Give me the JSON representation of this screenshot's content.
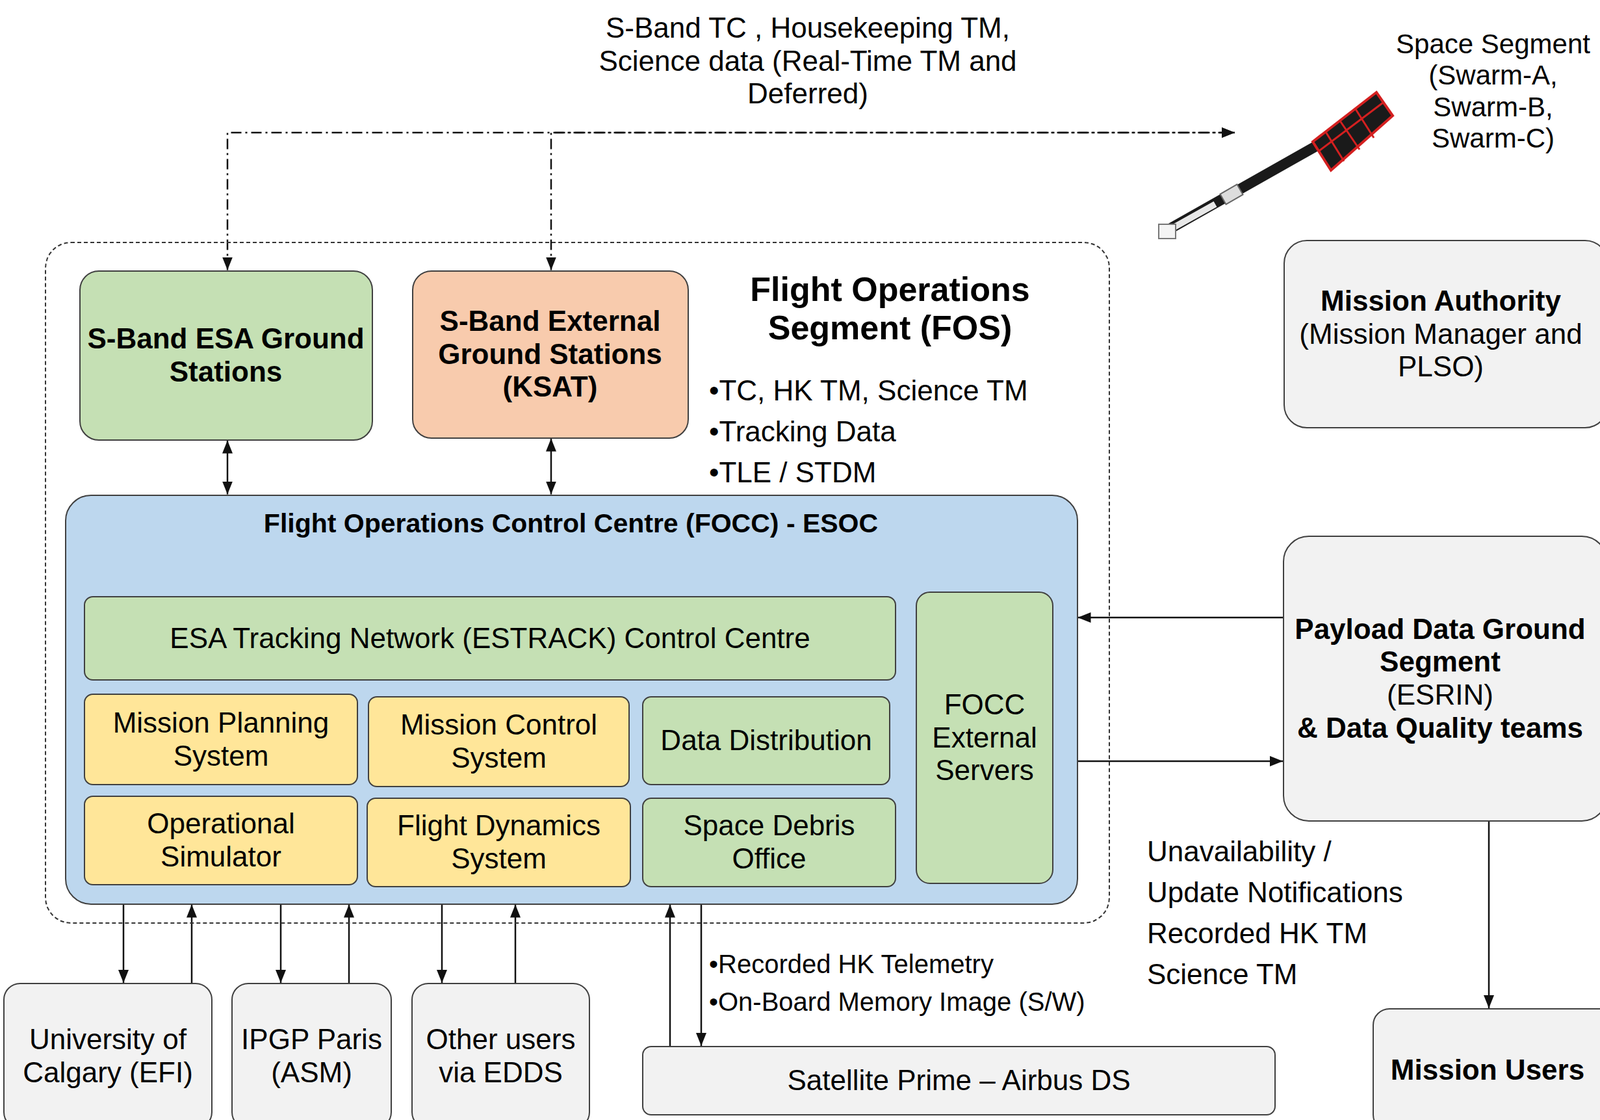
{
  "diagram": {
    "nodes": [
      {
        "text": [
          "Flight Operations Segment (FOS)"
        ]
      },
      {
        "text": [
          "S-Band ESA Ground Stations"
        ],
        "in": 0
      },
      {
        "text": [
          "S-Band External Ground Stations (KSAT)"
        ],
        "in": 0
      },
      {
        "text": [
          "Flight Operations Control Centre (FOCC) - ESOC"
        ],
        "in": 0
      },
      {
        "text": [
          "ESA Tracking Network (ESTRACK) Control Centre"
        ],
        "in": 3
      },
      {
        "text": [
          "Mission Planning System"
        ],
        "in": 3
      },
      {
        "text": [
          "Mission Control System"
        ],
        "in": 3
      },
      {
        "text": [
          "Data Distribution"
        ],
        "in": 3
      },
      {
        "text": [
          "Operational Simulator"
        ],
        "in": 3
      },
      {
        "text": [
          "Flight Dynamics System"
        ],
        "in": 3
      },
      {
        "text": [
          "Space Debris Office"
        ],
        "in": 3
      },
      {
        "text": [
          "FOCC External Servers"
        ],
        "in": 3
      },
      {
        "text": [
          "Space Segment (Swarm-A, Swarm-B, Swarm-C)"
        ]
      },
      {
        "text": [
          "Mission Authority",
          "(Mission Manager and PLSO)"
        ]
      },
      {
        "text": [
          "Payload Data Ground Segment",
          "(ESRIN)",
          "& Data Quality teams"
        ]
      },
      {
        "text": [
          "University of Calgary (EFI)"
        ]
      },
      {
        "text": [
          "IPGP Paris (ASM)"
        ]
      },
      {
        "text": [
          "Other users via EDDS"
        ]
      },
      {
        "text": [
          "Satellite Prime – Airbus DS"
        ]
      },
      {
        "text": [
          "Mission Users"
        ]
      }
    ],
    "edges": [
      {
        "from": 1,
        "to": 12,
        "arrow": "both",
        "label": "S-Band TC , Housekeeping TM, Science data (Real-Time TM and Deferred)"
      },
      {
        "from": 2,
        "to": 12,
        "arrow": "both"
      },
      {
        "from": 1,
        "to": 3,
        "arrow": "both"
      },
      {
        "from": 2,
        "to": 3,
        "arrow": "both"
      },
      {
        "from": 14,
        "to": 3,
        "arrow": "to"
      },
      {
        "from": 3,
        "to": 14,
        "arrow": "to"
      },
      {
        "from": 14,
        "to": 19,
        "arrow": "to"
      },
      {
        "from": 3,
        "to": 15,
        "arrow": "to"
      },
      {
        "from": 15,
        "to": 3,
        "arrow": "to"
      },
      {
        "from": 3,
        "to": 16,
        "arrow": "to"
      },
      {
        "from": 16,
        "to": 3,
        "arrow": "to"
      },
      {
        "from": 3,
        "to": 17,
        "arrow": "to"
      },
      {
        "from": 17,
        "to": 3,
        "arrow": "to"
      },
      {
        "from": 18,
        "to": 3,
        "arrow": "to"
      },
      {
        "from": 3,
        "to": 18,
        "arrow": "to"
      }
    ],
    "labels": [
      "•TC, HK TM, Science TM",
      "•Tracking Data",
      "•TLE / STDM",
      "•Recorded HK Telemetry",
      "•On-Board Memory Image (S/W)",
      "Unavailability /",
      "Update Notifications",
      "Recorded HK TM",
      "Science TM"
    ]
  }
}
